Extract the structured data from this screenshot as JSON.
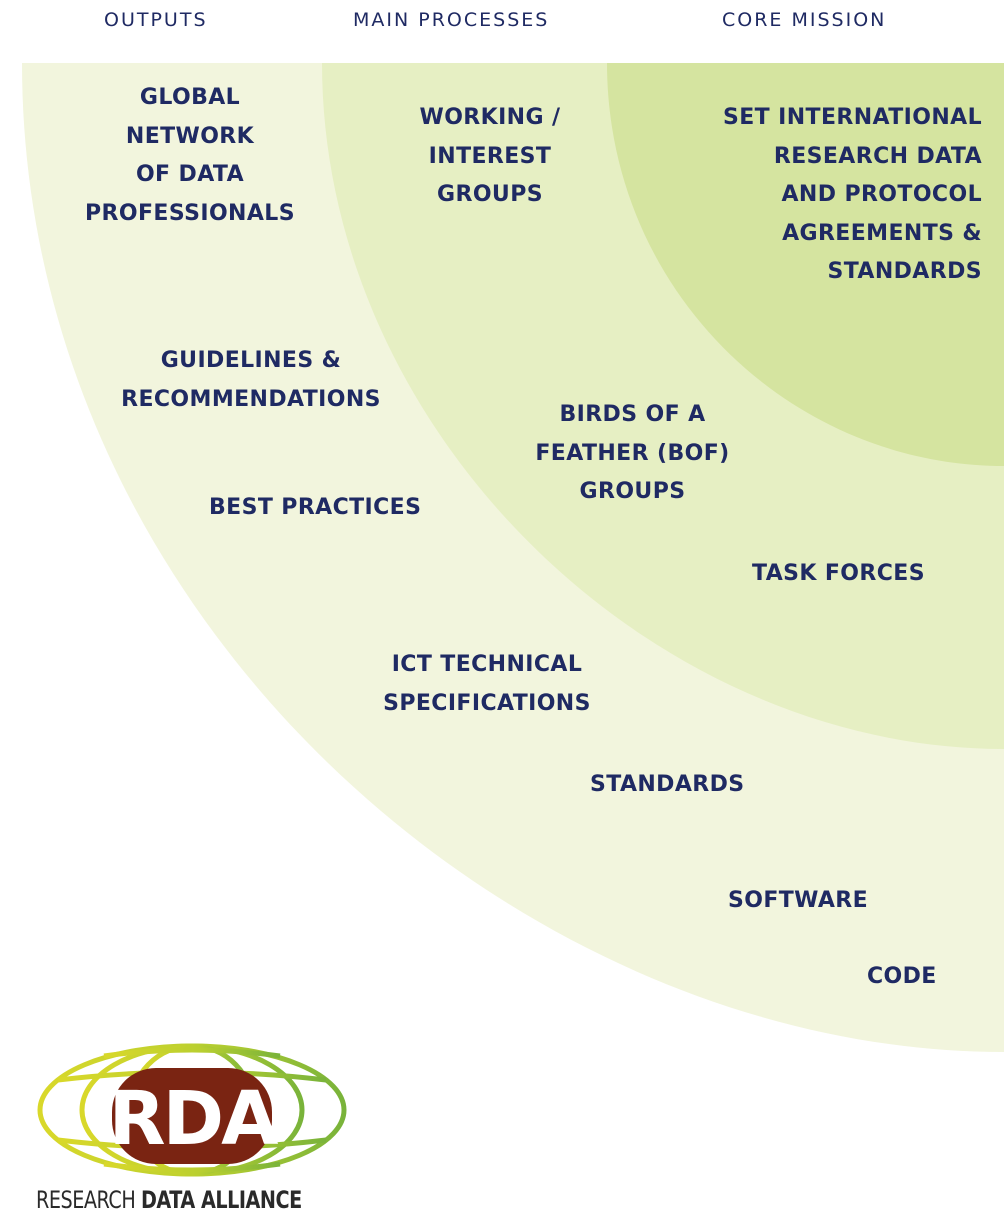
{
  "headers": {
    "outputs": "OUTPUTS",
    "main_processes": "MAIN PROCESSES",
    "core_mission": "CORE MISSION"
  },
  "outputs": {
    "global_network": "GLOBAL\nNETWORK\nOF DATA\nPROFESSIONALS",
    "guidelines": "GUIDELINES &\nRECOMMENDATIONS",
    "best_practices": "BEST PRACTICES",
    "ict_specs": "ICT TECHNICAL\nSPECIFICATIONS",
    "standards": "STANDARDS",
    "software": "SOFTWARE",
    "code": "CODE"
  },
  "processes": {
    "working_groups": "WORKING /\nINTEREST\nGROUPS",
    "birds_of_feather": "BIRDS OF A\nFEATHER (BOF)\nGROUPS",
    "task_forces": "TASK FORCES"
  },
  "core": {
    "mission": "SET INTERNATIONAL\nRESEARCH DATA\nAND PROTOCOL\nAGREEMENTS &\nSTANDARDS"
  },
  "logo": {
    "mark": "RDA",
    "caption_part1": "RESEARCH ",
    "caption_part2": "DATA ",
    "caption_part3": "ALLIANCE"
  },
  "colors": {
    "text": "#1f2a63",
    "outer_ring": "#f2f5dd",
    "middle_ring": "#e6efc3",
    "core_ring": "#d5e4a0",
    "logo_brown": "#7a2412",
    "logo_green": "#79b33a",
    "logo_yellow": "#d9d82a"
  }
}
